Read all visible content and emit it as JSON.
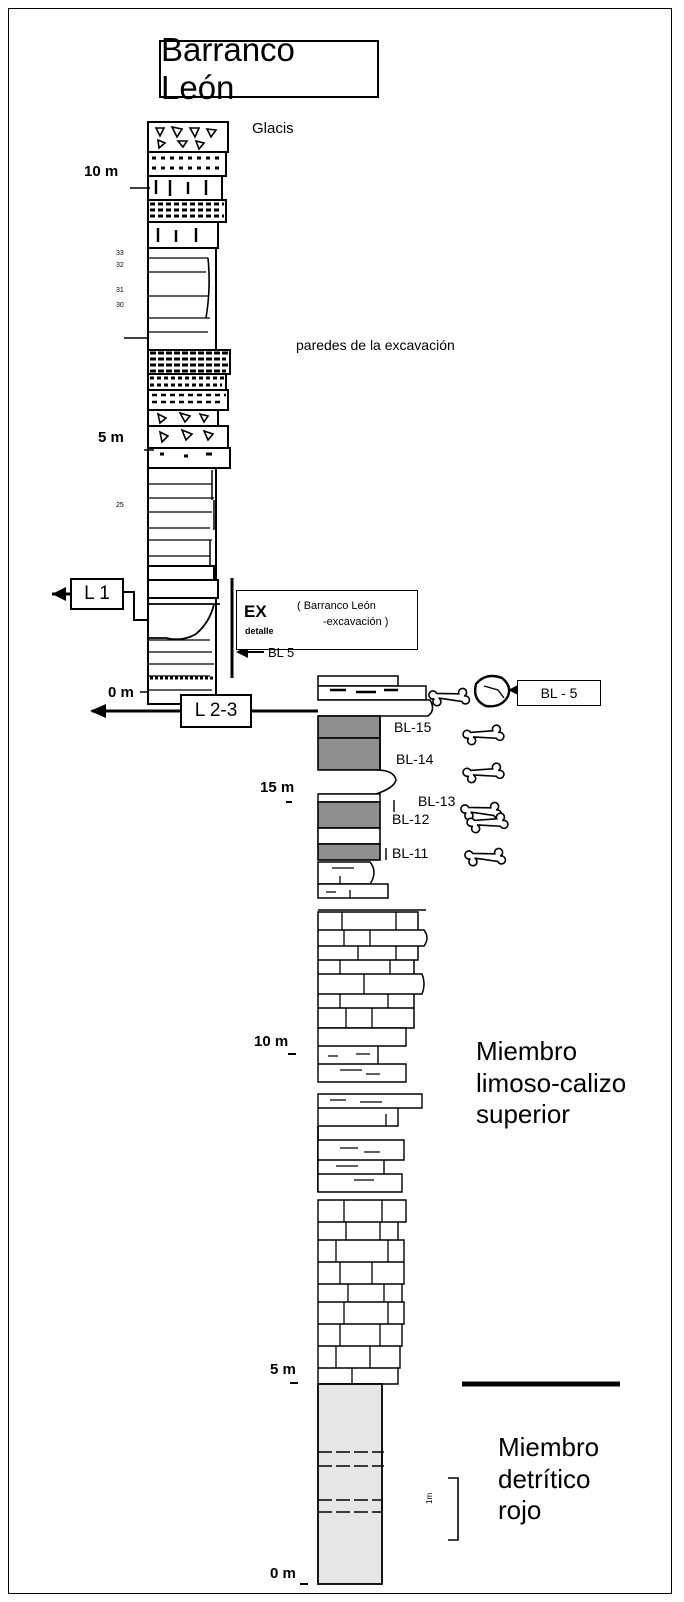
{
  "title": "Barranco León",
  "left_column": {
    "top_label": "Glacis",
    "depth_labels": [
      "10 m",
      "5 m",
      "0 m"
    ],
    "sample_numbers": [
      "33",
      "32",
      "31",
      "30",
      "25"
    ],
    "walls_note": "paredes de la excavación",
    "ex_label": "EX",
    "ex_sub": "detalle",
    "ex_desc_1": "( Barranco León",
    "ex_desc_2": "-excavación )",
    "bl5_arrow_label": "BL 5",
    "l1_label": "L 1"
  },
  "l23_label": "L 2-3",
  "right_column": {
    "depth_labels": [
      "15 m",
      "10 m",
      "5 m",
      "0 m"
    ],
    "levels": [
      "BL-15",
      "BL-14",
      "BL-13",
      "BL-12",
      "BL-11"
    ],
    "bl5_box_label": "BL - 5",
    "members": {
      "upper": [
        "Miembro",
        "limoso-calizo",
        "superior"
      ],
      "lower": [
        "Miembro",
        "detrítico",
        "rojo"
      ]
    },
    "scale_label": "1m"
  },
  "colors": {
    "dark_level": "#8f8f8f",
    "lower_member_fill": "#e6e6e6",
    "line": "#000000"
  }
}
